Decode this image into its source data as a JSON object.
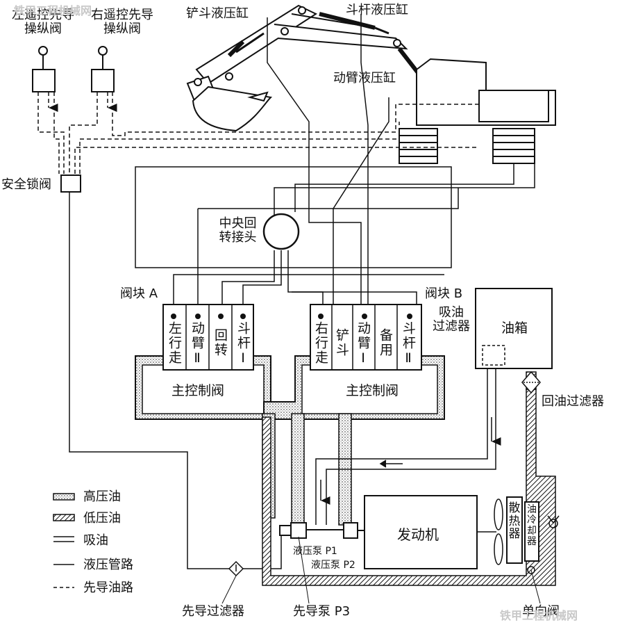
{
  "pilot_valves": {
    "left": "左遥控先导\n操纵阀",
    "right": "右遥控先导\n操纵阀"
  },
  "cylinders": {
    "bucket": "铲斗液压缸",
    "stick": "斗杆液压缸",
    "boom": "动臂液压缸"
  },
  "safety_lock": "安全锁阀",
  "swivel_joint": "中央回\n转接头",
  "valve_block_a": {
    "title": "阀块 A",
    "spools": [
      "左行走",
      "动臂Ⅱ",
      "回转",
      "斗杆Ⅰ"
    ],
    "main_valve": "主控制阀"
  },
  "valve_block_b": {
    "title": "阀块 B",
    "spools": [
      "右行走",
      "铲斗",
      "动臂Ⅰ",
      "备用",
      "斗杆Ⅱ"
    ],
    "main_valve": "主控制阀"
  },
  "tank": {
    "label": "油箱",
    "suction_filter": "吸油\n过滤器"
  },
  "return_filter": "回油过滤器",
  "engine": "发动机",
  "radiator": "散\n热\n器",
  "oil_cooler": "油\n冷\n却\n器",
  "pumps": {
    "p1": "液压泵 P1",
    "p2": "液压泵 P2",
    "p3": "先导泵 P3"
  },
  "pilot_filter": "先导过滤器",
  "check_valve": "单向阀",
  "legend": {
    "high_pressure": "高压油",
    "low_pressure": "低压油",
    "suction": "吸油",
    "hydraulic_line": "液压管路",
    "pilot_line": "先导油路"
  },
  "watermark": {
    "top_left": "铁甲工程机械网",
    "bottom_right": "铁甲工程机械网"
  }
}
